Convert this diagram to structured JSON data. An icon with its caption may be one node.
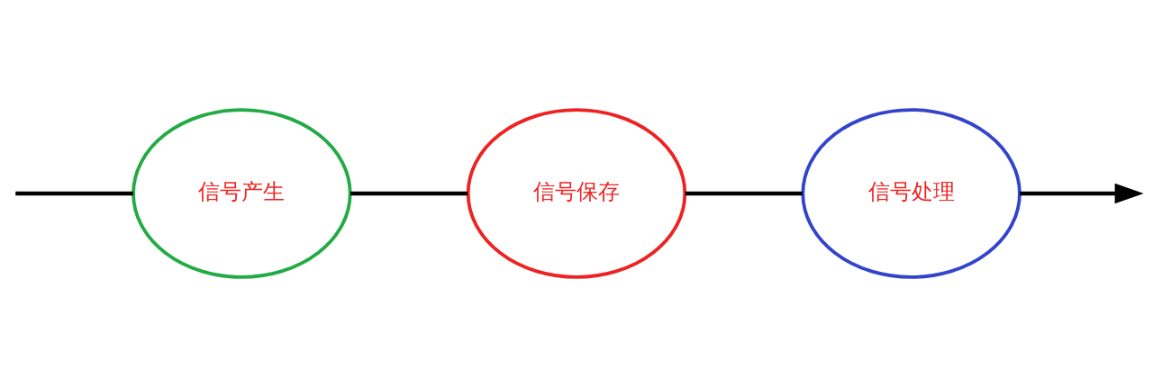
{
  "diagram": {
    "nodes": [
      {
        "text": [
          "信号产生"
        ]
      },
      {
        "text": [
          "信号保存"
        ]
      },
      {
        "text": [
          "信号处理"
        ]
      }
    ],
    "edges": [
      {
        "from": null,
        "to": 0,
        "arrow": "none"
      },
      {
        "from": 0,
        "to": 1,
        "arrow": "none"
      },
      {
        "from": 1,
        "to": 2,
        "arrow": "none"
      },
      {
        "from": 2,
        "to": null,
        "arrow": "to"
      }
    ]
  }
}
